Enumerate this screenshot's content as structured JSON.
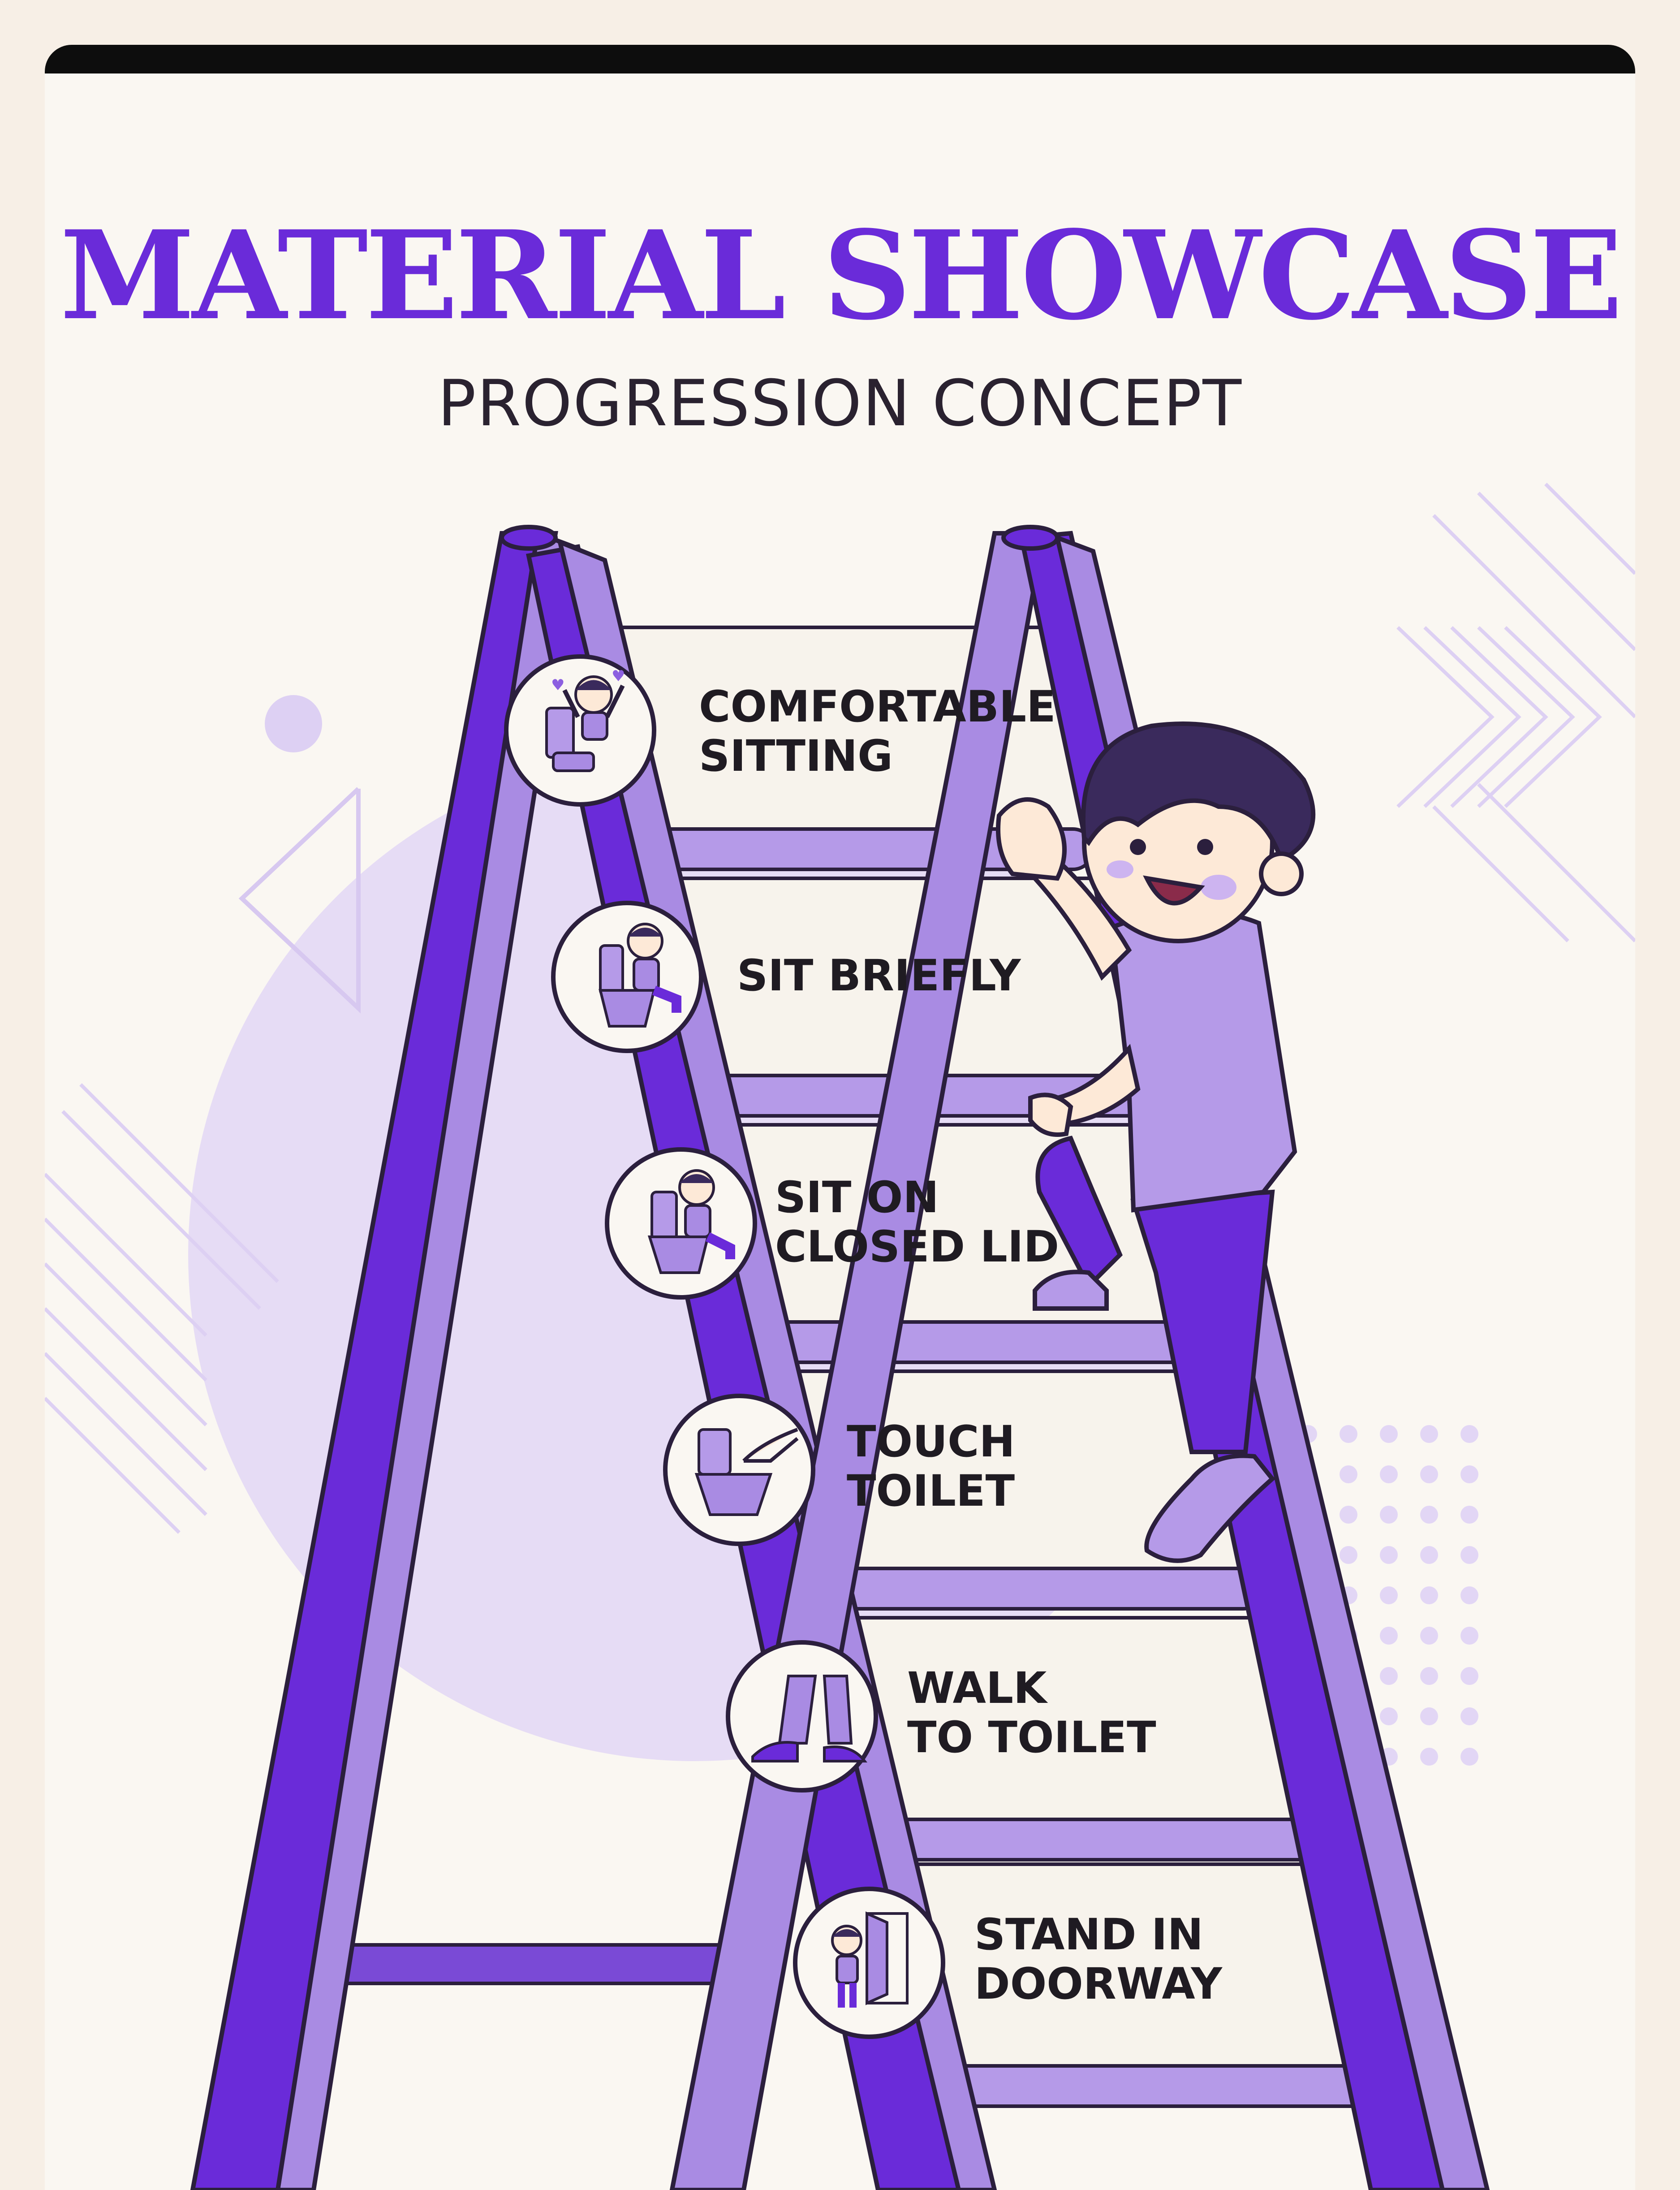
{
  "header": {
    "title": "MATERIAL SHOWCASE",
    "subtitle": "PROGRESSION CONCEPT"
  },
  "colors": {
    "accent": "#6a2bd9",
    "ladder_dark": "#6a2bd9",
    "ladder_light": "#a98be3",
    "rung": "#b59ae8",
    "background": "#faf7f2",
    "outer": "#f7efe6"
  },
  "steps": [
    {
      "lines": [
        "COMFORTABLE",
        "SITTING"
      ],
      "icon": "child-sitting-happily-icon"
    },
    {
      "lines": [
        "SIT BRIEFLY"
      ],
      "icon": "child-sit-briefly-icon"
    },
    {
      "lines": [
        "SIT ON",
        "CLOSED LID"
      ],
      "icon": "child-closed-lid-icon"
    },
    {
      "lines": [
        "TOUCH",
        "TOILET"
      ],
      "icon": "hand-touch-toilet-icon"
    },
    {
      "lines": [
        "WALK",
        "TO TOILET"
      ],
      "icon": "walking-feet-icon"
    },
    {
      "lines": [
        "STAND IN",
        "DOORWAY"
      ],
      "icon": "child-in-doorway-icon"
    }
  ]
}
